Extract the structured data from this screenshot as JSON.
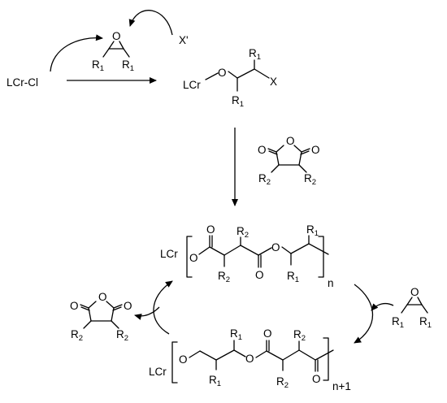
{
  "labels": {
    "catalyst": "LCr-Cl",
    "nucleophile": "X'",
    "X": "X",
    "LCr": "LCr",
    "O": "O",
    "R": "R",
    "sub1": "1",
    "sub2": "2",
    "n": "n",
    "n1": "n+1"
  }
}
